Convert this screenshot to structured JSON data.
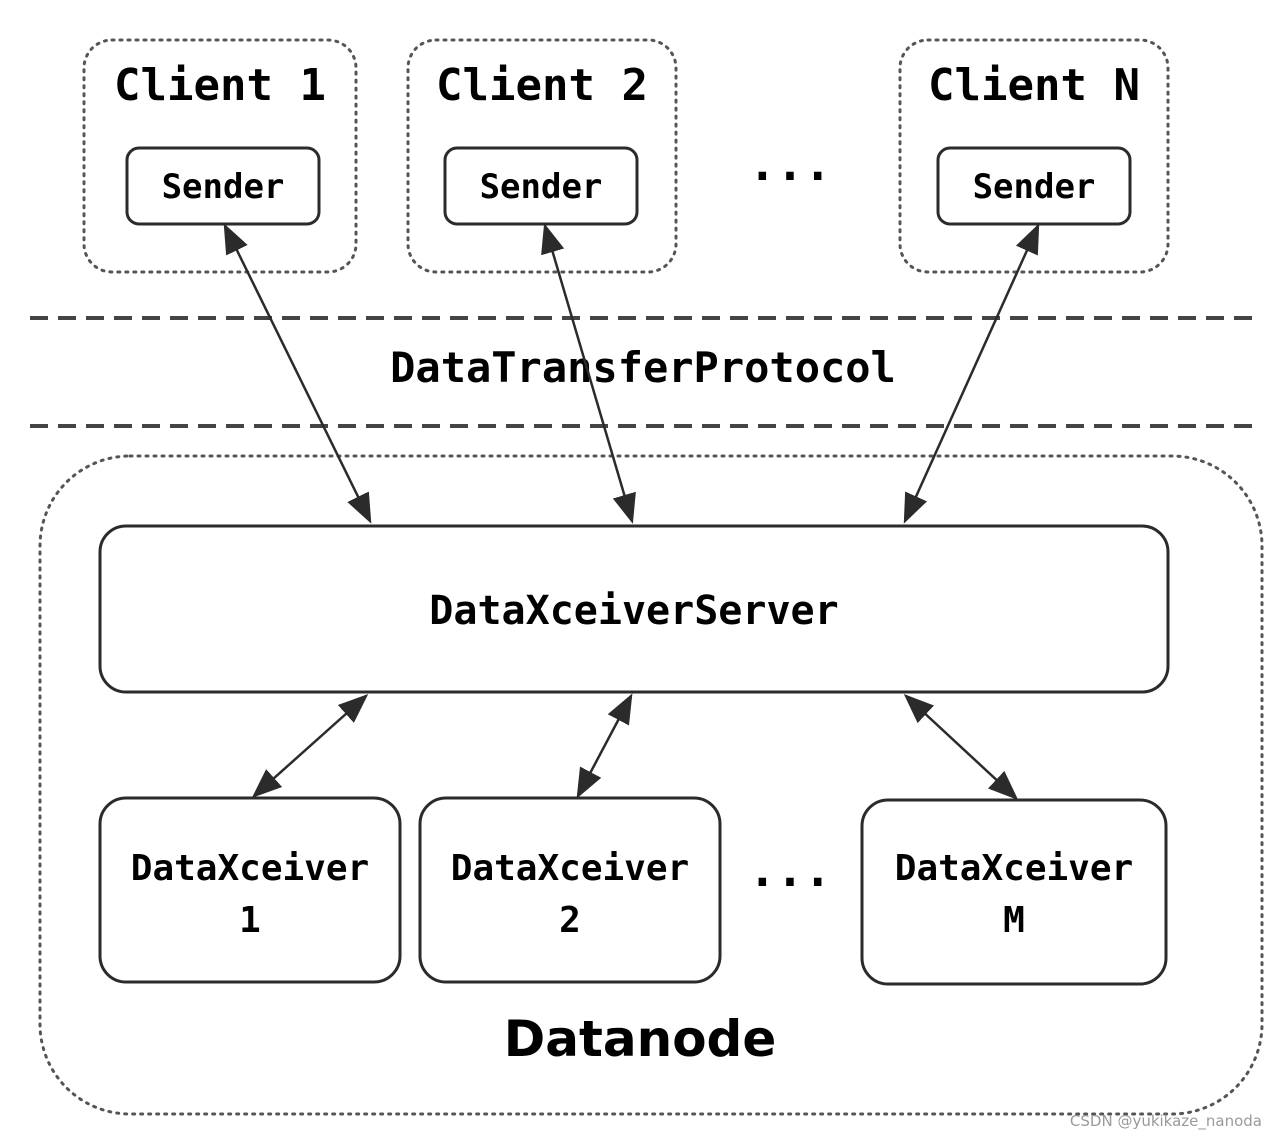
{
  "clients": [
    {
      "title": "Client 1",
      "component": "Sender"
    },
    {
      "title": "Client 2",
      "component": "Sender"
    },
    {
      "title": "Client N",
      "component": "Sender"
    }
  ],
  "client_ellipsis": "···",
  "protocol_label": "DataTransferProtocol",
  "server_label": "DataXceiverServer",
  "xceivers": [
    {
      "name": "DataXceiver",
      "index": "1"
    },
    {
      "name": "DataXceiver",
      "index": "2"
    },
    {
      "name": "DataXceiver",
      "index": "M"
    }
  ],
  "xceiver_ellipsis": "···",
  "datanode_label": "Datanode",
  "watermark": "CSDN @yukikaze_nanoda",
  "colors": {
    "stroke": "#2b2b2b",
    "dotted": "#555555",
    "background": "#ffffff"
  }
}
